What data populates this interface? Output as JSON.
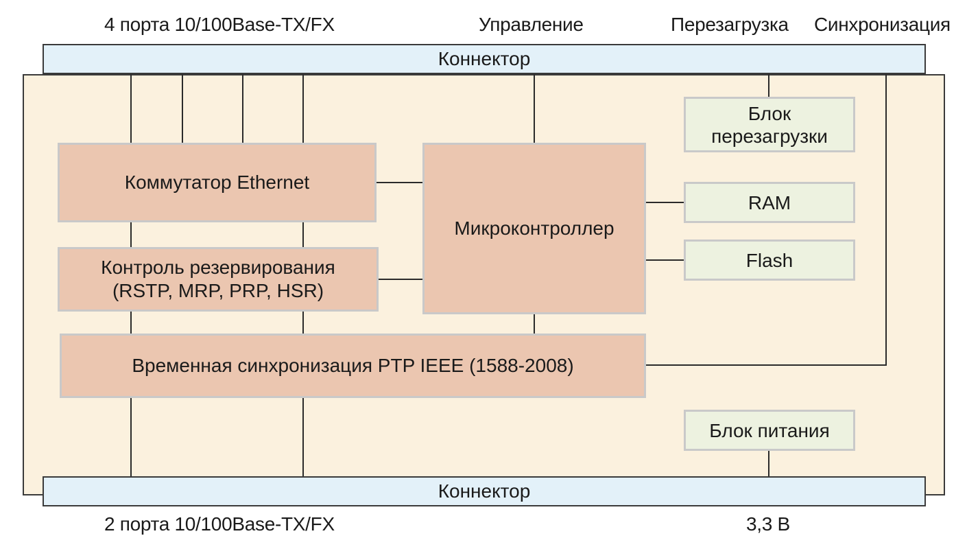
{
  "top_labels": {
    "ports": "4 порта 10/100Base-TX/FX",
    "control": "Управление",
    "reboot": "Перезагрузка",
    "sync": "Синхронизация"
  },
  "bottom_labels": {
    "ports": "2 порта 10/100Base-TX/FX",
    "voltage": "3,3 В"
  },
  "connectors": {
    "top": "Коннектор",
    "bottom": "Коннектор"
  },
  "blocks": {
    "switch": "Коммутатор Ethernet",
    "redundancy_line1": "Контроль резервирования",
    "redundancy_line2": "(RSTP, MRP, PRP, HSR)",
    "mcu": "Микроконтроллер",
    "ptp": "Временная синхронизация PTP IEEE (1588-2008)",
    "reboot_line1": "Блок",
    "reboot_line2": "перезагрузки",
    "ram": "RAM",
    "flash": "Flash",
    "power": "Блок питания"
  },
  "colors": {
    "board": "#fbf1de",
    "connector": "#e3f1f9",
    "functional_block": "#ebc6b0",
    "memory_block": "#edf2e0"
  }
}
